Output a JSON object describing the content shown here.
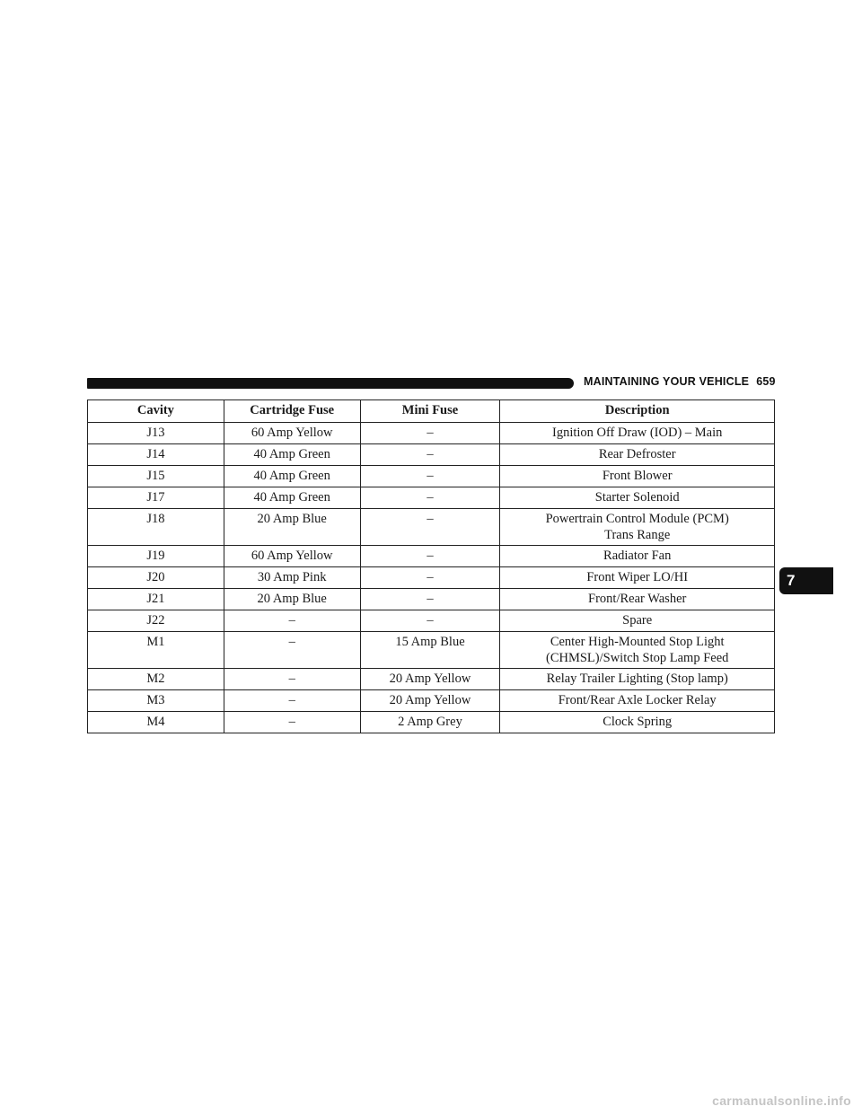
{
  "header": {
    "section_title": "MAINTAINING YOUR VEHICLE",
    "page_number": "659"
  },
  "chapter_tab": "7",
  "table": {
    "columns": [
      "Cavity",
      "Cartridge Fuse",
      "Mini Fuse",
      "Description"
    ],
    "rows": [
      [
        "J13",
        "60 Amp Yellow",
        "–",
        "Ignition Off Draw (IOD) – Main"
      ],
      [
        "J14",
        "40 Amp Green",
        "–",
        "Rear Defroster"
      ],
      [
        "J15",
        "40 Amp Green",
        "–",
        "Front Blower"
      ],
      [
        "J17",
        "40 Amp Green",
        "–",
        "Starter Solenoid"
      ],
      [
        "J18",
        "20 Amp Blue",
        "–",
        "Powertrain Control Module (PCM)\nTrans Range"
      ],
      [
        "J19",
        "60 Amp Yellow",
        "–",
        "Radiator Fan"
      ],
      [
        "J20",
        "30 Amp Pink",
        "–",
        "Front Wiper LO/HI"
      ],
      [
        "J21",
        "20 Amp Blue",
        "–",
        "Front/Rear Washer"
      ],
      [
        "J22",
        "–",
        "–",
        "Spare"
      ],
      [
        "M1",
        "–",
        "15 Amp Blue",
        "Center High-Mounted Stop Light\n(CHMSL)/Switch Stop Lamp Feed"
      ],
      [
        "M2",
        "–",
        "20 Amp Yellow",
        "Relay Trailer Lighting (Stop lamp)"
      ],
      [
        "M3",
        "–",
        "20 Amp Yellow",
        "Front/Rear Axle Locker Relay"
      ],
      [
        "M4",
        "–",
        "2 Amp Grey",
        "Clock Spring"
      ]
    ]
  },
  "watermark": "carmanualsonline.info"
}
